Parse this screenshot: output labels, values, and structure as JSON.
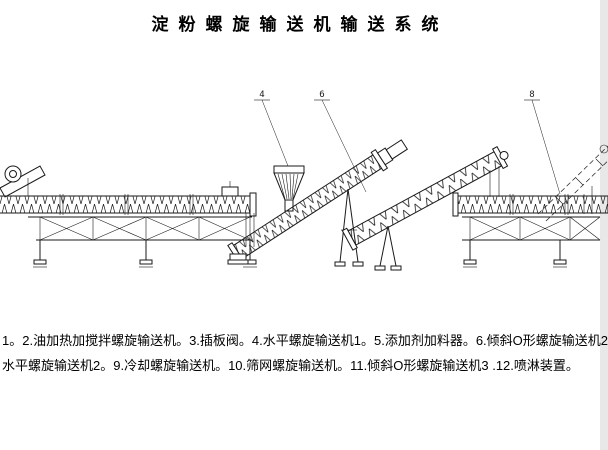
{
  "title": "淀粉螺旋输送机输送系统",
  "caption": {
    "line1": "1。2.油加热加搅拌螺旋输送机。3.插板阀。4.水平螺旋输送机1。5.添加剂加料器。6.倾斜O形螺旋输送机2",
    "line2": "水平螺旋输送机2。9.冷却螺旋输送机。10.筛网螺旋输送机。11.倾斜O形螺旋输送机3 .12.喷淋装置。"
  },
  "callouts": {
    "c4": "4",
    "c6": "6",
    "c8": "8"
  },
  "colors": {
    "line": "#1a1a1a",
    "background": "#ffffff"
  }
}
